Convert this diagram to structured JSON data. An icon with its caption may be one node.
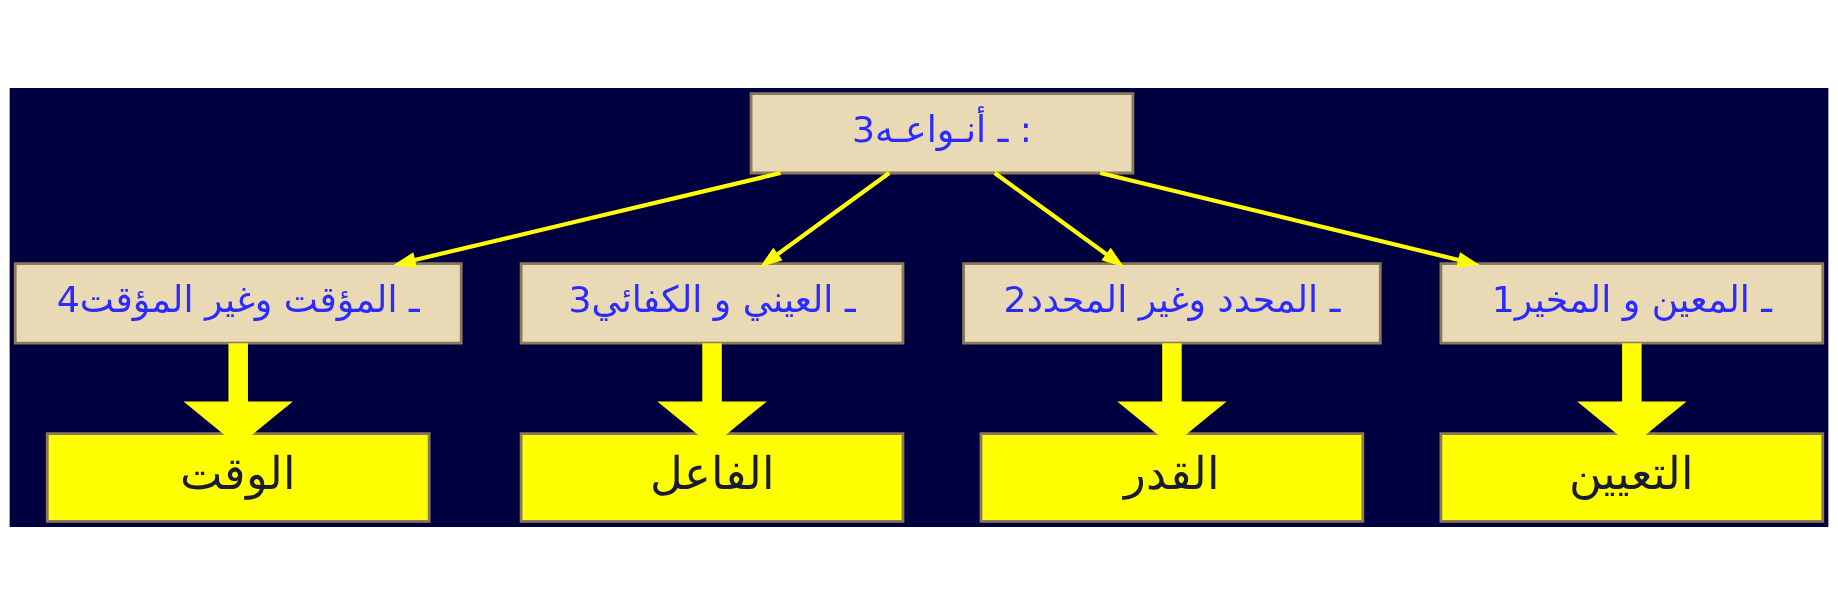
{
  "diagram": {
    "nodes": [
      {
        "text": [
          "3ـ أنـواعـه :"
        ]
      },
      {
        "text": [
          "1ـ المعين و المخير"
        ]
      },
      {
        "text": [
          "2ـ المحدد وغير المحدد"
        ]
      },
      {
        "text": [
          "3ـ العيني و الكفائي"
        ]
      },
      {
        "text": [
          "4ـ المؤقت وغير المؤقت"
        ]
      },
      {
        "text": [
          "التعيين"
        ]
      },
      {
        "text": [
          "القدر"
        ]
      },
      {
        "text": [
          "الفاعل"
        ]
      },
      {
        "text": [
          "الوقت"
        ]
      }
    ],
    "edges": [
      {
        "from": 0,
        "to": 1,
        "arrow": "to"
      },
      {
        "from": 0,
        "to": 2,
        "arrow": "to"
      },
      {
        "from": 0,
        "to": 3,
        "arrow": "to"
      },
      {
        "from": 0,
        "to": 4,
        "arrow": "to"
      },
      {
        "from": 1,
        "to": 5,
        "arrow": "to",
        "style": "thick"
      },
      {
        "from": 2,
        "to": 6,
        "arrow": "to",
        "style": "thick"
      },
      {
        "from": 3,
        "to": 7,
        "arrow": "to",
        "style": "thick"
      },
      {
        "from": 4,
        "to": 8,
        "arrow": "to",
        "style": "thick"
      }
    ]
  }
}
